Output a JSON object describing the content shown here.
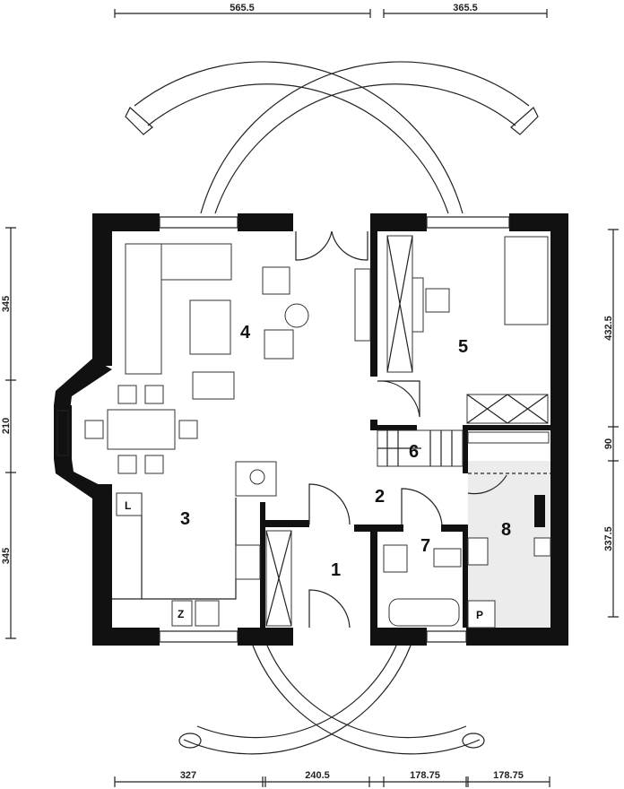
{
  "dimensions": {
    "top": [
      "565.5",
      "365.5"
    ],
    "bottom": [
      "327",
      "240.5",
      "178.75",
      "178.75"
    ],
    "left": [
      "345",
      "210",
      "345"
    ],
    "right": [
      "432.5",
      "90",
      "337.5"
    ]
  },
  "rooms": [
    "1",
    "2",
    "3",
    "4",
    "5",
    "6",
    "7",
    "8"
  ],
  "fixtures": {
    "fridge": "L",
    "sink": "Z",
    "laundry": "P"
  },
  "colors": {
    "wall": "#111111",
    "room8_fill": "#ececec"
  }
}
